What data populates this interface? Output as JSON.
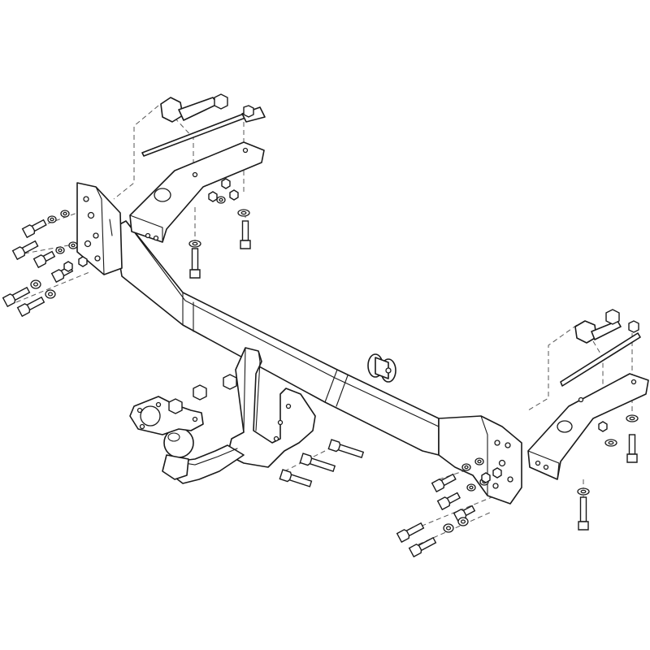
{
  "figure": {
    "kind": "exploded-assembly-line-drawing",
    "subject": "tow bar",
    "line_color": "#1a1a1a",
    "background": "#ffffff"
  },
  "parts": [
    {
      "name": "crossbar"
    },
    {
      "name": "left-mounting-plate"
    },
    {
      "name": "right-mounting-plate"
    },
    {
      "name": "left-bracket-arm"
    },
    {
      "name": "right-bracket-arm"
    },
    {
      "name": "left-clamp-and-tie-rod"
    },
    {
      "name": "right-clamp-and-tie-rod"
    },
    {
      "name": "tow-ball-neck-bracket"
    },
    {
      "name": "tow-ball-arm"
    },
    {
      "name": "socket-plate"
    },
    {
      "name": "rubber-bump-stop"
    }
  ]
}
